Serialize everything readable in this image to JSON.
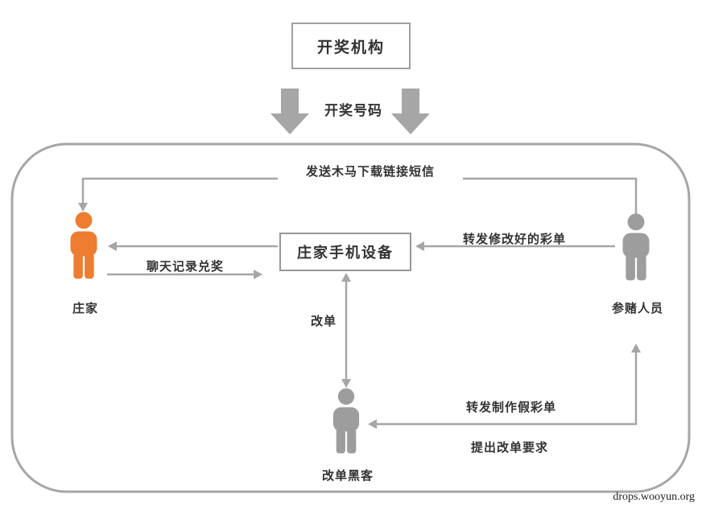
{
  "colors": {
    "line": "#a6a6a6",
    "boundary_border": "#a6a6a6",
    "banker_orange": "#ed7d31",
    "person_gray": "#9d9d9d",
    "text": "#333333"
  },
  "nodes": {
    "institution": "开奖机构",
    "device": "庄家手机设备",
    "banker": "庄家",
    "gambler": "参赌人员",
    "hacker": "改单黑客"
  },
  "edges": {
    "draw_numbers": "开奖号码",
    "trojan_sms": "发送木马下载链接短信",
    "chat_redeem": "聊天记录兑奖",
    "forward_modified": "转发修改好的彩单",
    "change_order": "改单",
    "forward_fake": "转发制作假彩单",
    "request_change": "提出改单要求"
  },
  "watermark": "drops.wooyun.org"
}
